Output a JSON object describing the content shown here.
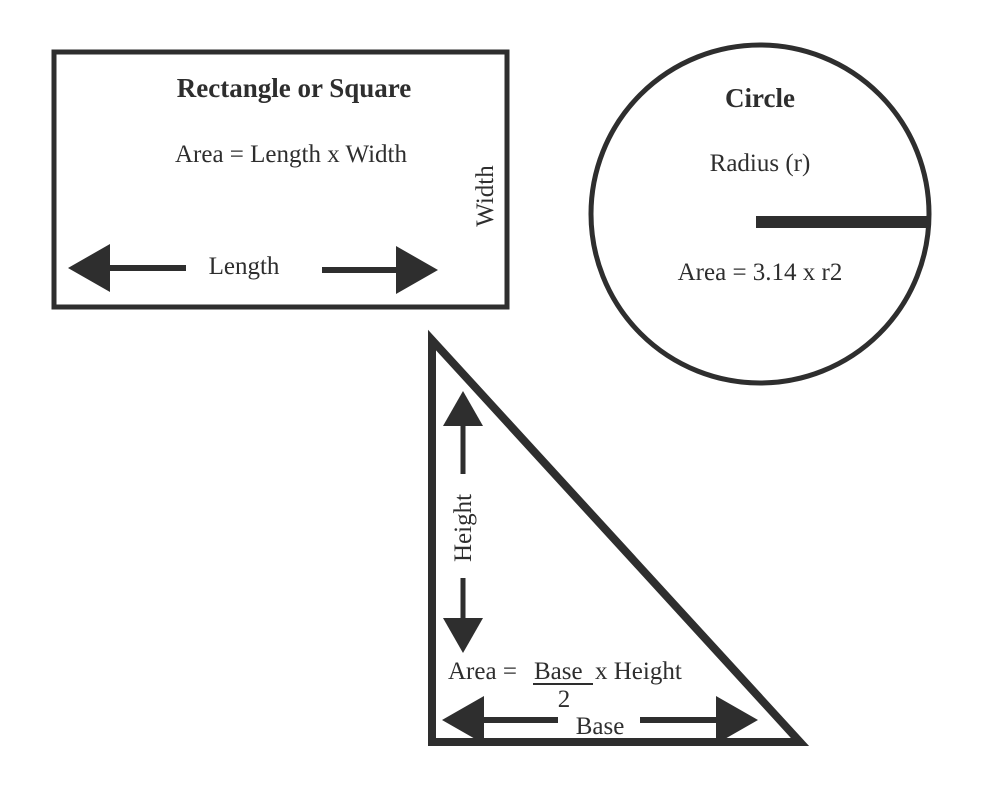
{
  "rectangle": {
    "title": "Rectangle or Square",
    "formula": "Area = Length x Width",
    "width_label": "Width",
    "length_label": "Length"
  },
  "circle": {
    "title": "Circle",
    "radius_label": "Radius (r)",
    "formula": "Area = 3.14 x r2"
  },
  "triangle": {
    "height_label": "Height",
    "formula_prefix": "Area = ",
    "formula_numerator": "Base ",
    "formula_rest": "x Height",
    "formula_denominator": "2",
    "base_label": "Base"
  },
  "colors": {
    "stroke": "#2e2e2e",
    "background": "#ffffff"
  }
}
